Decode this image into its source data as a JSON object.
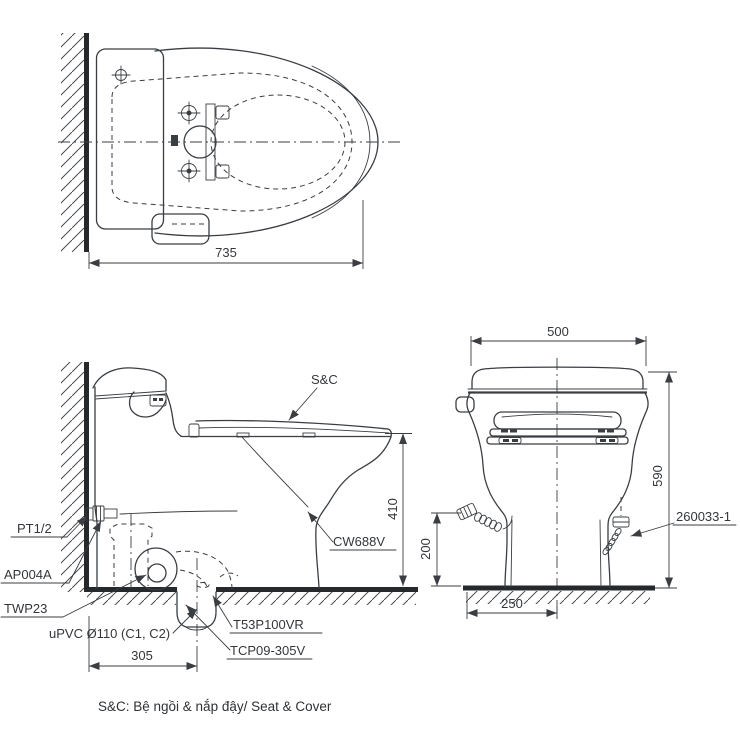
{
  "title_note": "S&C: Bệ ngồi & nắp đậy/ Seat & Cover",
  "top_view": {
    "depth_dim": "735"
  },
  "side_view": {
    "height_dim": "410",
    "drain_offset_dim": "305",
    "seat_cover_label": "S&C",
    "bowl_model": "CW688V",
    "supply_inlet": "PT1/2",
    "supply_valve": "AP004A",
    "flex_hose": "TWP23",
    "drain_pipe": "uPVC Ø110 (C1, C2)",
    "flange": "T53P100VR",
    "outlet": "TCP09-305V"
  },
  "front_view": {
    "width_dim": "500",
    "height_dim": "590",
    "inlet_height_dim": "200",
    "center_offset_dim": "250",
    "fixing_bolt": "260033-1"
  },
  "colors": {
    "line": "#3a3e42",
    "heavy_line": "#26292c",
    "background": "#ffffff"
  }
}
